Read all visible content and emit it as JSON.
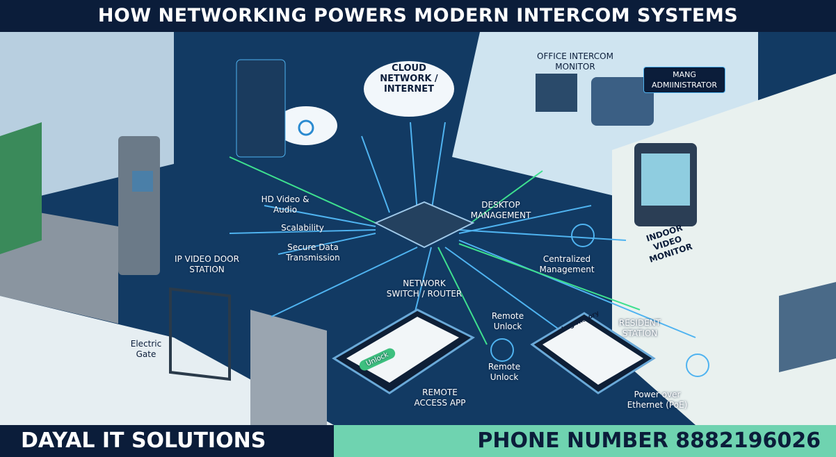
{
  "title": "HOW NETWORKING POWERS MODERN INTERCOM SYSTEMS",
  "labels": {
    "cloud": "CLOUD NETWORK / INTERNET",
    "office_monitor": "OFFICE INTERCOM MONITOR",
    "admin": "MANG ADMIINISTRATOR",
    "hd_video": "HD Video & Audio",
    "scalability": "Scalability",
    "secure": "Secure Data Transmission",
    "door_station": "IP VIDEO DOOR STATION",
    "switch": "NETWORK SWITCH / ROUTER",
    "desktop": "DESKTOP MANAGEMENT",
    "centralized": "Centralized Management",
    "indoor": "INDOOR VIDEO MONITOR",
    "remote_unlock_1": "Remote Unlock",
    "remote_unlock_2": "Remote Unlock",
    "resident": "RESIDENT STATION",
    "remote_app": "REMOTE ACCESS APP",
    "poe": "Power over Ethernet (PoE)",
    "gate": "Electric Gate",
    "phone_unlock": "Unlock",
    "phone_log": "Log History"
  },
  "footer": {
    "company": "DAYAL IT SOLUTIONS",
    "phone": "PHONE NUMBER 8882196026"
  },
  "colors": {
    "navy": "#0b1d3a",
    "mint": "#6fd3b0",
    "line_blue": "#4fb3f0",
    "line_green": "#3ee08f"
  }
}
